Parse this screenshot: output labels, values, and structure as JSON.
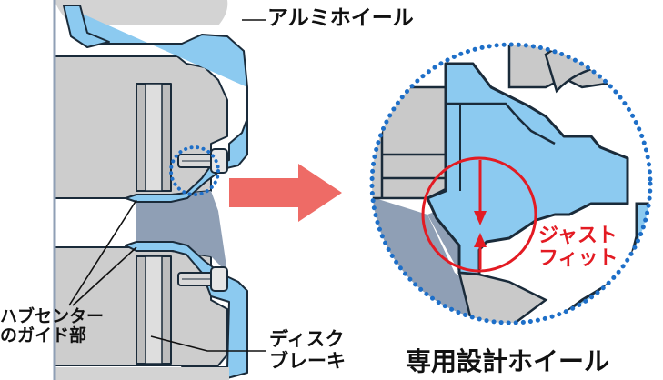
{
  "labels": {
    "wheel": "アルミホイール",
    "hub_guide": "ハブセンター\nのガイド部",
    "disc_brake": "ディスク\nブレーキ",
    "just_fit": "ジャスト\nフィット",
    "caption": "専用設計ホイール"
  },
  "colors": {
    "wheel_fill": "#8ccaf0",
    "outline": "#1a2b3a",
    "metal": "#c9c9c9",
    "shade": "#8f9fb5",
    "dots": "#1e6fc8",
    "arrow": "#ee6b66",
    "accent": "#e31b23"
  }
}
